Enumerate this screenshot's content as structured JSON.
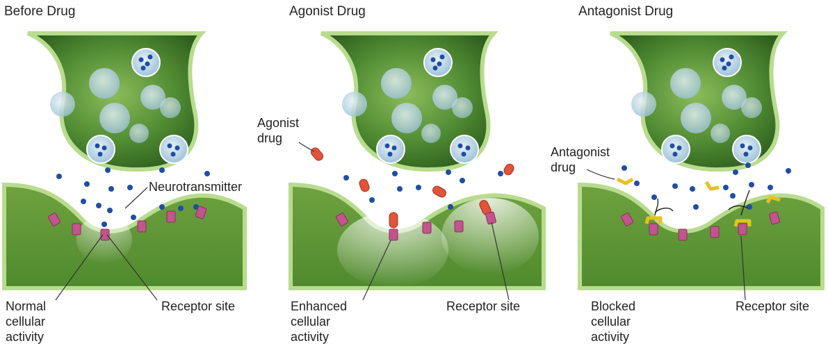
{
  "panels": [
    {
      "title": "Before Drug",
      "labels": {
        "neurotransmitter": "Neurotransmitter",
        "activity": "Normal\ncellular\nactivity",
        "receptor": "Receptor site"
      }
    },
    {
      "title": "Agonist Drug",
      "labels": {
        "drug": "Agonist\ndrug",
        "activity": "Enhanced\ncellular\nactivity",
        "receptor": "Receptor site"
      }
    },
    {
      "title": "Antagonist Drug",
      "labels": {
        "drug": "Antagonist\ndrug",
        "activity": "Blocked\ncellular\nactivity",
        "receptor": "Receptor site"
      }
    }
  ],
  "colors": {
    "axon_green": "#3f7a2a",
    "membrane_light": "#b8dc8e",
    "vesicle": "#bcd6e6",
    "neurotransmitter": "#1f4ea3",
    "receptor": "#c2548e",
    "agonist": "#e0543a",
    "antagonist": "#e8c020"
  }
}
